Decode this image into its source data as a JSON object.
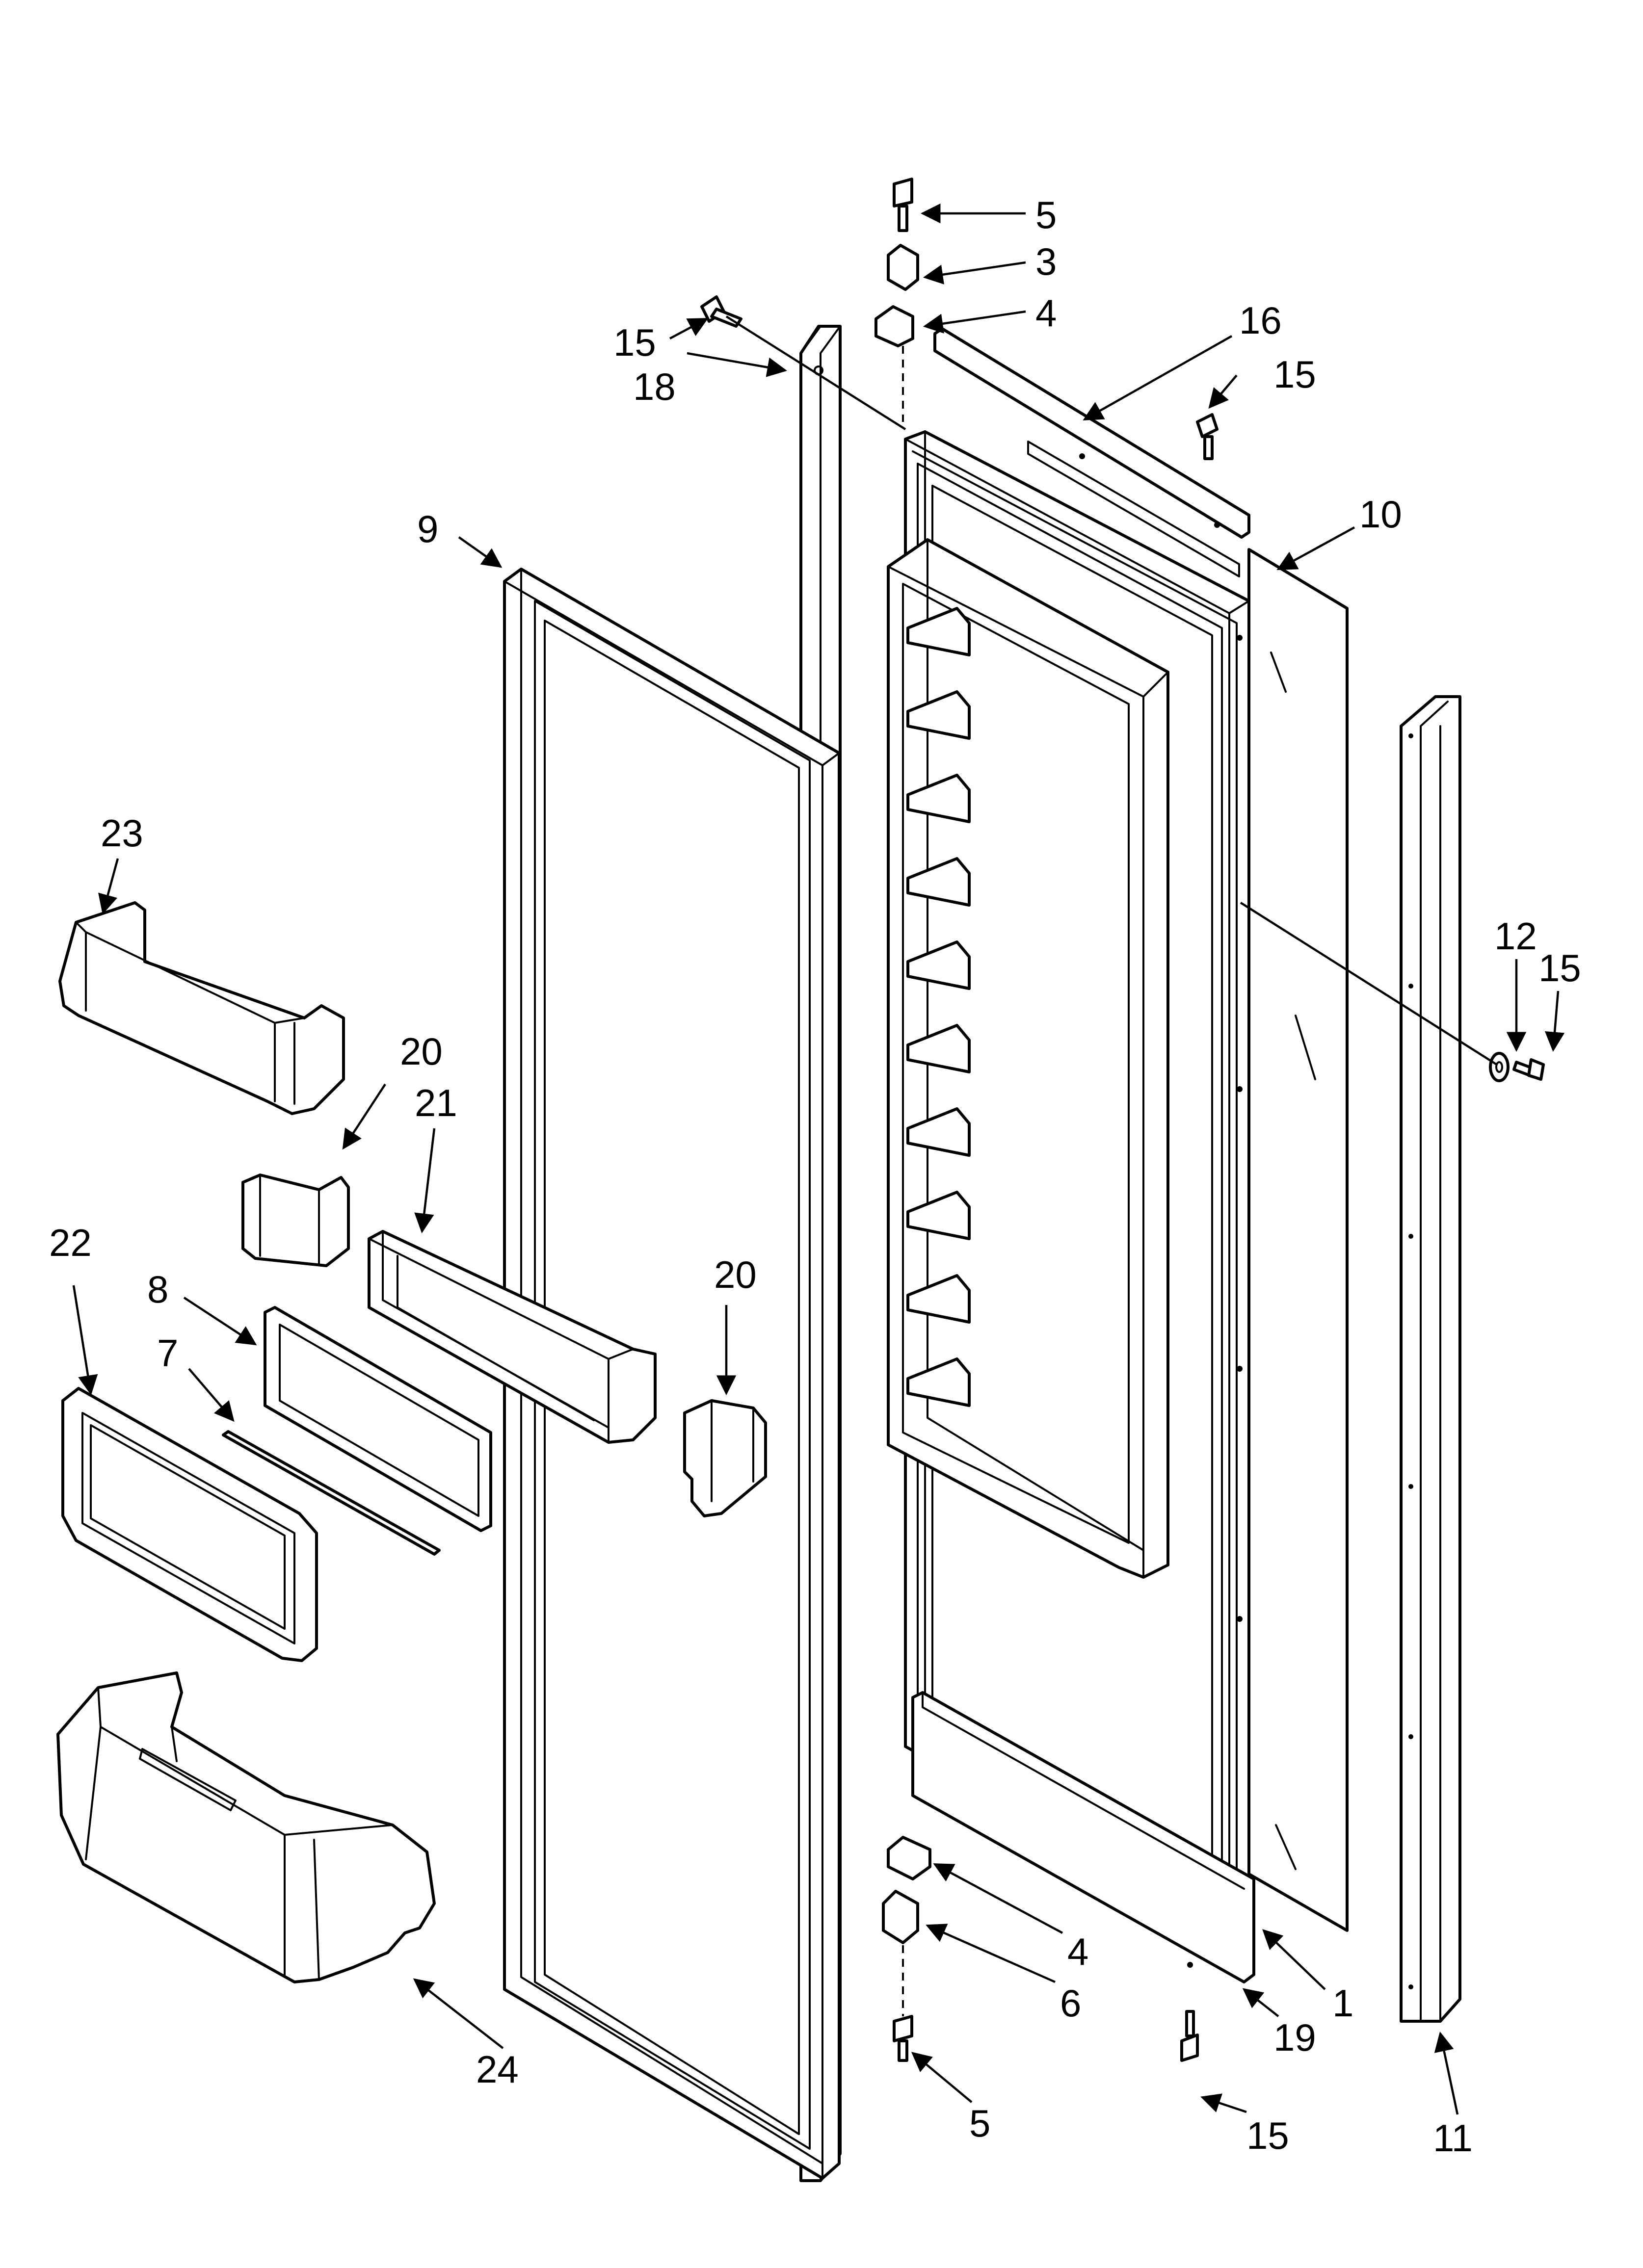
{
  "diagram": {
    "type": "exploded parts diagram",
    "callouts": {
      "c5_top": "5",
      "c3": "3",
      "c4_top": "4",
      "c15_top_left": "15",
      "c18": "18",
      "c16": "16",
      "c15_top_right": "15",
      "c9": "9",
      "c10": "10",
      "c23": "23",
      "c12": "12",
      "c15_right": "15",
      "c20_left": "20",
      "c21": "21",
      "c22": "22",
      "c20_right": "20",
      "c8": "8",
      "c7": "7",
      "c4_bottom": "4",
      "c6": "6",
      "c24": "24",
      "c1": "1",
      "c19": "19",
      "c5_bottom": "5",
      "c15_bottom": "15",
      "c11": "11"
    }
  }
}
